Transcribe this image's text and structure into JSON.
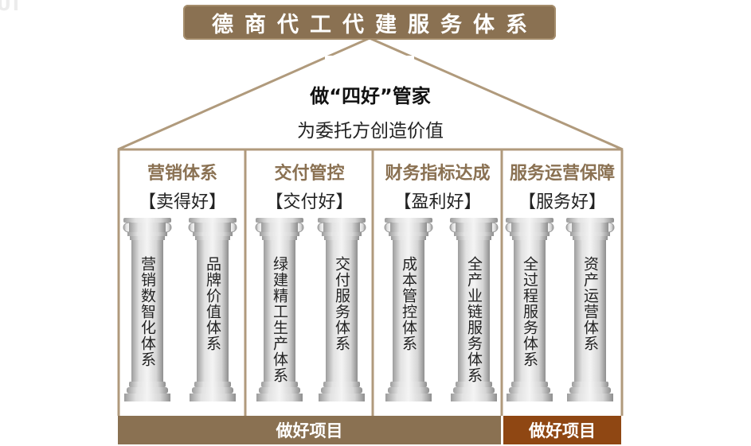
{
  "title": "德商代工代建服务体系",
  "roof": {
    "slogan_main": "做“四好”管家",
    "slogan_sub": "为委托方创造价值"
  },
  "sections": [
    {
      "title": "营销体系",
      "subtitle": "【卖得好】",
      "pillars": [
        "营销数智化体系",
        "品牌价值体系"
      ]
    },
    {
      "title": "交付管控",
      "subtitle": "【交付好】",
      "pillars": [
        "绿建精工生产体系",
        "交付服务体系"
      ]
    },
    {
      "title": "财务指标达成",
      "subtitle": "【盈利好】",
      "pillars": [
        "成本管控体系",
        "全产业链服务体系"
      ]
    },
    {
      "title": "服务运营保障",
      "subtitle": "【服务好】",
      "pillars": [
        "全过程服务体系",
        "资产运营体系"
      ]
    }
  ],
  "base": {
    "left_label": "做好项目",
    "right_label": "做好项目"
  },
  "colors": {
    "brand_brown": "#8a7152",
    "accent_rust": "#8f4713",
    "frame_line": "#b09a7c"
  }
}
